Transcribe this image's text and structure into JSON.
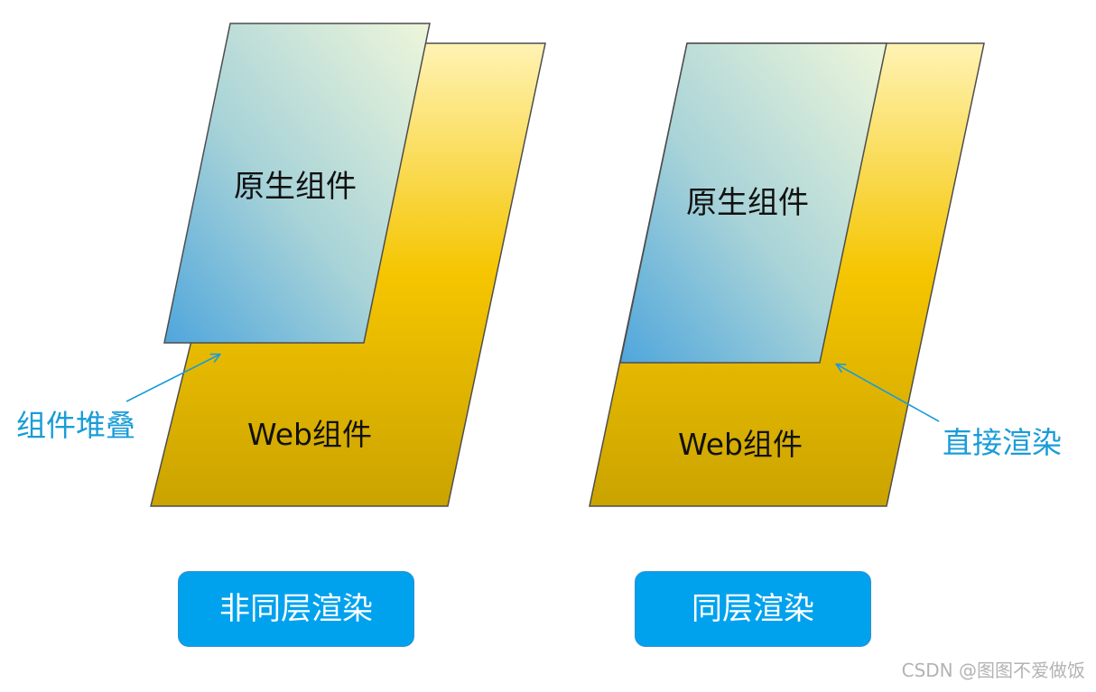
{
  "colors": {
    "web_fill_top": "#fff3b4",
    "web_fill_mid": "#f5c500",
    "web_fill_bottom": "#caa300",
    "native_fill_light": "#eef6da",
    "native_fill_dark": "#4fa6dc",
    "outline": "#4d4d4d",
    "callout": "#1a9cd8",
    "button": "#00a2ee",
    "button_border": "#2f8fd0"
  },
  "left_diagram": {
    "native_label": "原生组件",
    "web_label": "Web组件",
    "callout_label": "组件堆叠",
    "button_label": "非同层渲染"
  },
  "right_diagram": {
    "native_label": "原生组件",
    "web_label": "Web组件",
    "callout_label": "直接渲染",
    "button_label": "同层渲染"
  },
  "watermark": "CSDN @图图不爱做饭"
}
